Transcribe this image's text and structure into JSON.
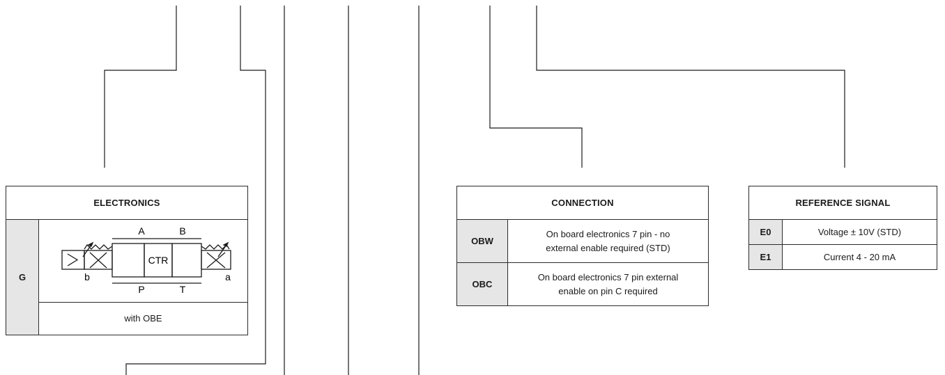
{
  "electronics": {
    "title": "ELECTRONICS",
    "code": "G",
    "symbol": {
      "port_a": "A",
      "port_b": "B",
      "port_p": "P",
      "port_t": "T",
      "center": "CTR",
      "solenoid_a": "a",
      "solenoid_b": "b"
    },
    "note": "with OBE"
  },
  "connection": {
    "title": "CONNECTION",
    "rows": [
      {
        "code": "OBW",
        "line1": "On board electronics 7 pin - no",
        "line2": "external enable required (STD)"
      },
      {
        "code": "OBC",
        "line1": "On board electronics 7 pin external",
        "line2": "enable on pin C required"
      }
    ]
  },
  "reference": {
    "title": "REFERENCE SIGNAL",
    "rows": [
      {
        "code": "E0",
        "label": "Voltage ± 10V (STD)"
      },
      {
        "code": "E1",
        "label": "Current 4 - 20 mA"
      }
    ]
  }
}
